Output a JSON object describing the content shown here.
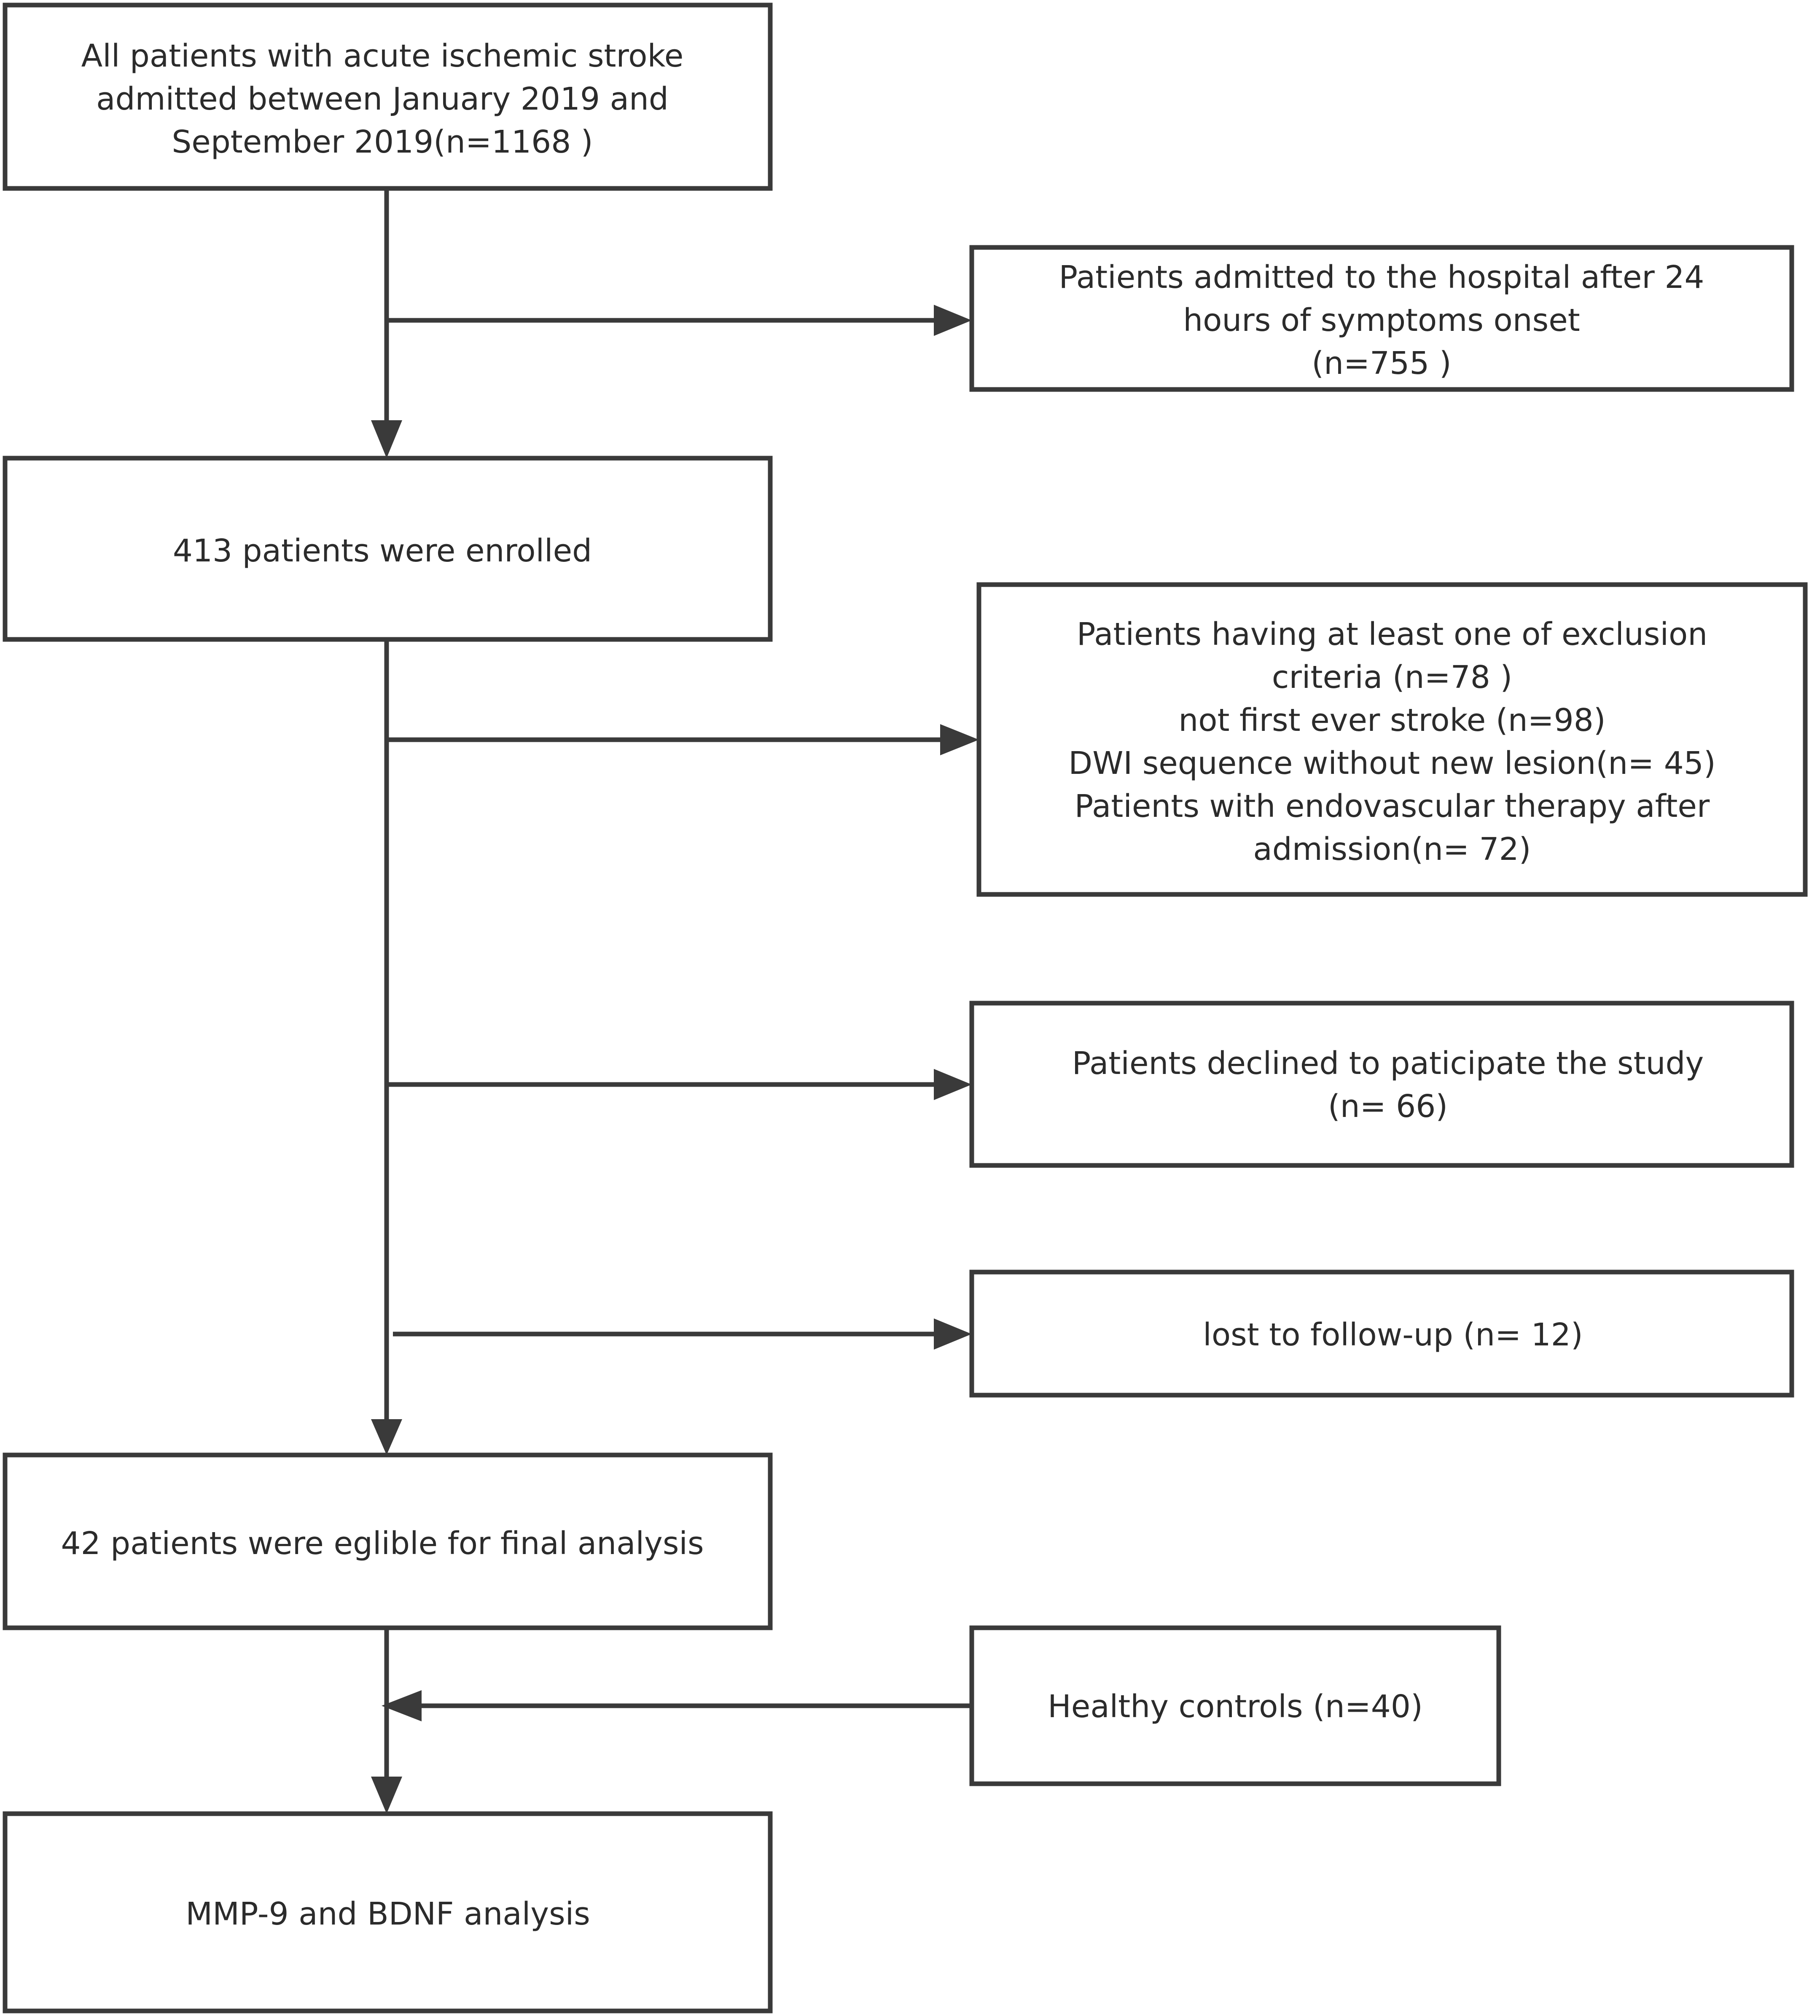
{
  "colors": {
    "stroke": "#3a3a3a",
    "text": "#2b2b2b",
    "background": "#ffffff"
  },
  "boxes": {
    "all_patients": {
      "lines": [
        "All patients with acute ischemic stroke",
        "admitted between January 2019 and",
        "September 2019(n=1168 )"
      ]
    },
    "late_admission": {
      "lines": [
        "Patients admitted to the hospital after 24",
        "hours of symptoms onset",
        "(n=755 )"
      ]
    },
    "enrolled": {
      "lines": [
        "413 patients were enrolled"
      ]
    },
    "exclusion": {
      "lines": [
        "Patients having at least one of exclusion",
        "criteria (n=78 )",
        "not first ever stroke (n=98)",
        "DWI sequence without  new lesion(n= 45)",
        "Patients  with endovascular therapy after",
        "admission(n= 72)"
      ]
    },
    "declined": {
      "lines": [
        "Patients declined to paticipate the study",
        "(n= 66)"
      ]
    },
    "lost": {
      "lines": [
        "lost to follow-up (n= 12)"
      ]
    },
    "eligible": {
      "lines": [
        "42 patients were eglible for final analysis"
      ]
    },
    "controls": {
      "lines": [
        "Healthy controls (n=40)"
      ]
    },
    "analysis": {
      "lines": [
        "MMP-9 and BDNF analysis"
      ]
    }
  }
}
